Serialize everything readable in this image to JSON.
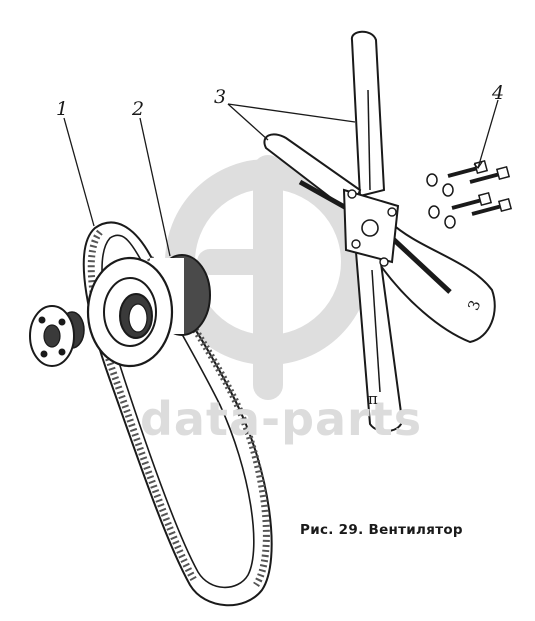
{
  "callouts": {
    "one": "1",
    "two": "2",
    "three": "3",
    "four": "4"
  },
  "blade_marks": {
    "right_blade": "3",
    "bottom_blade": "п"
  },
  "caption": "Рис. 29. Вентилятор",
  "watermark": "data-parts",
  "colors": {
    "ink": "#1a1a1a",
    "watermark": "#d8d8d8",
    "paper": "#ffffff"
  }
}
